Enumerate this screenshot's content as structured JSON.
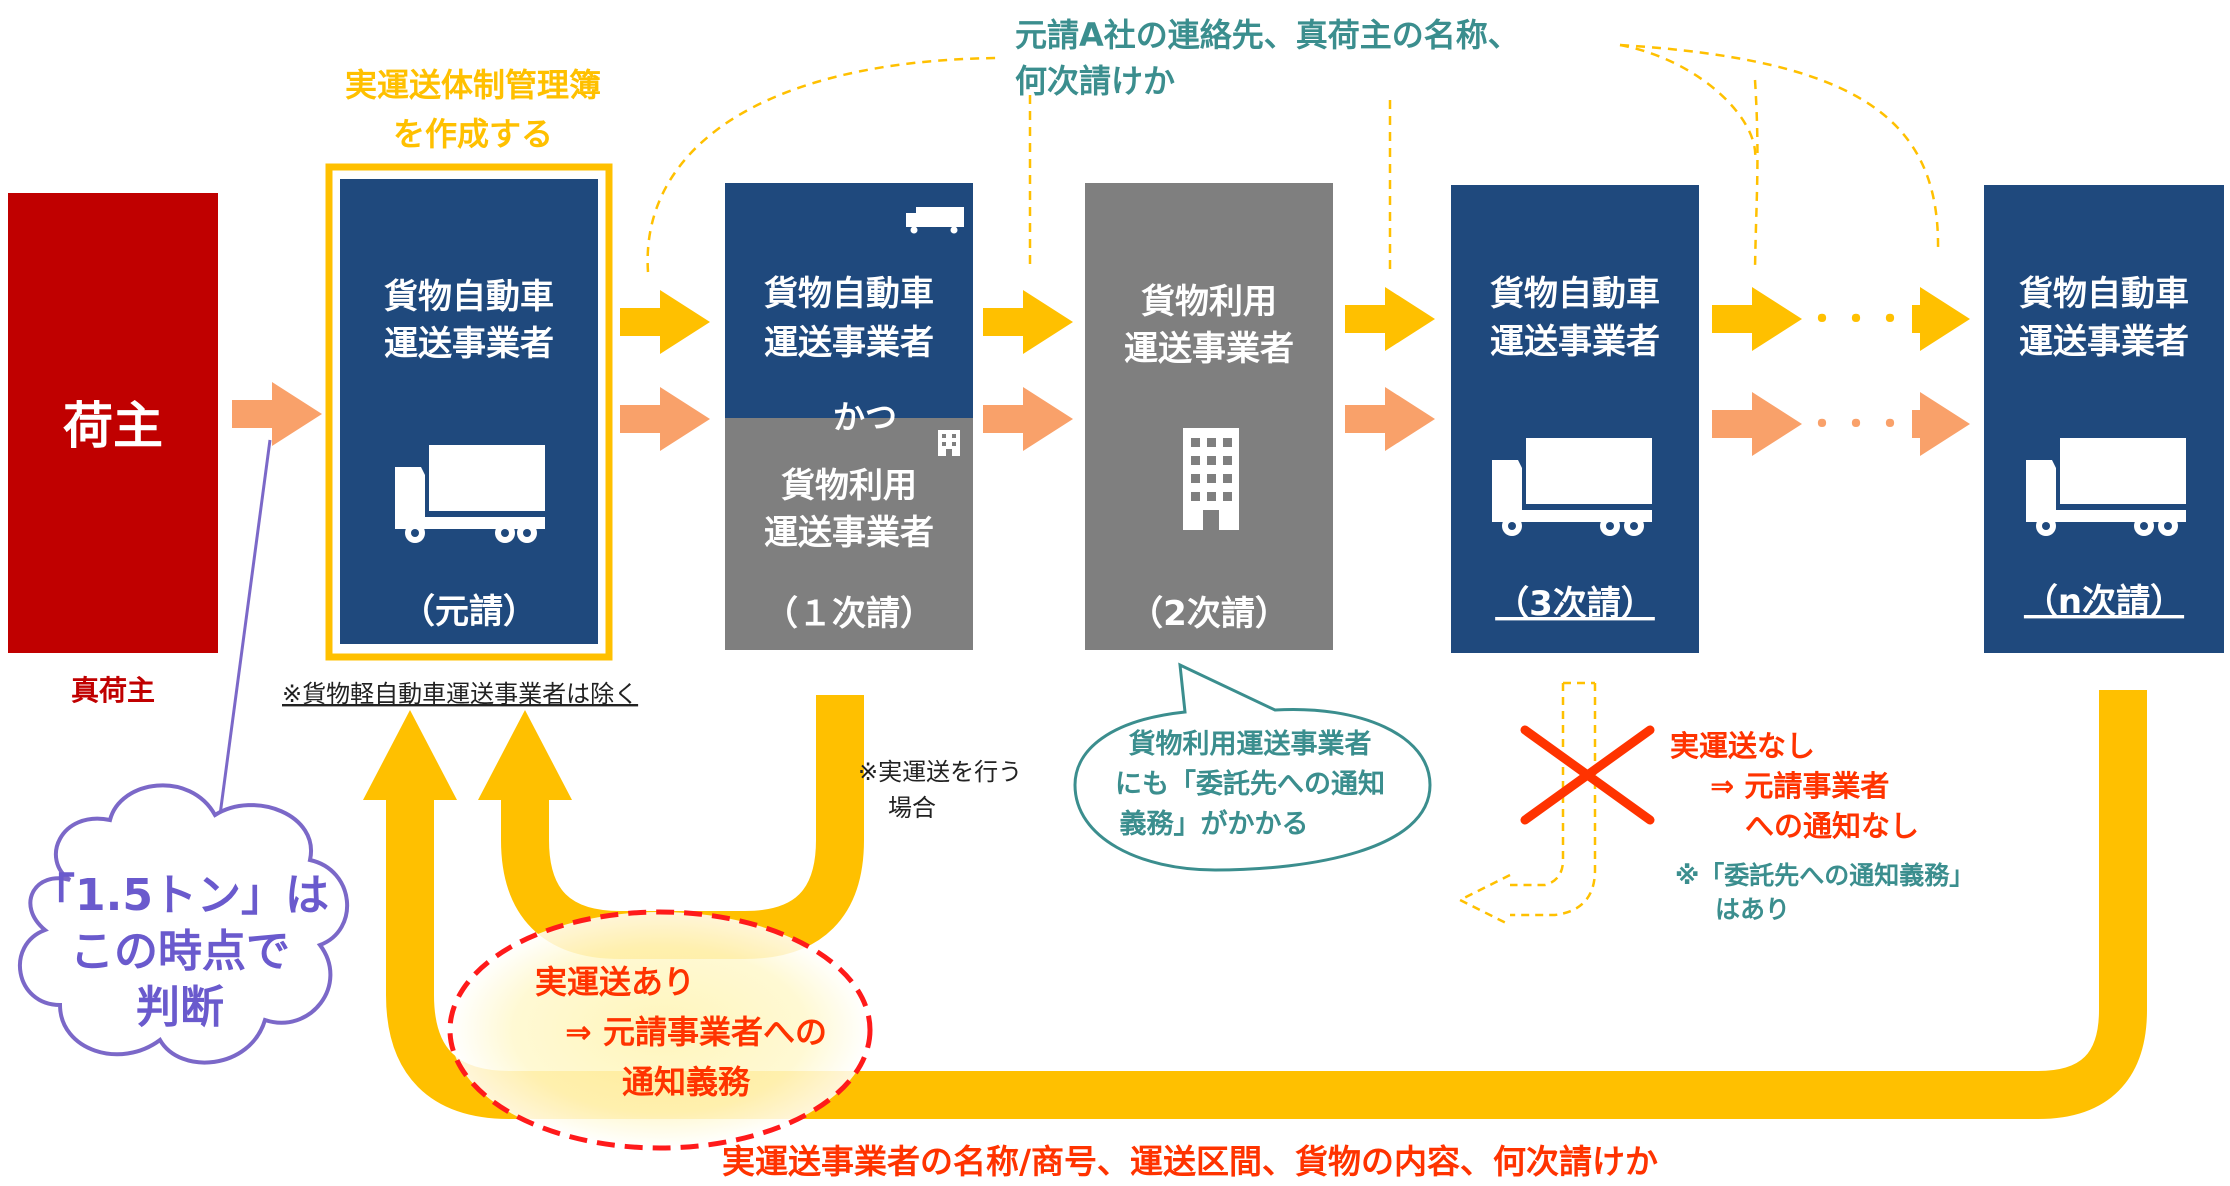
{
  "colors": {
    "navy": "#1f497d",
    "gray": "#7f7f7f",
    "red": "#c00000",
    "gold": "#ffc000",
    "orange_arrow": "#f9a16a",
    "teal": "#3b8e8e",
    "accent_red": "#ff3300",
    "purple": "#7b68c8"
  },
  "top_note": {
    "line1": "元請A社の連絡先、真荷主の名称、",
    "line2": "何次請けか"
  },
  "ledger_note": {
    "line1": "実運送体制管理簿",
    "line2": "を作成する"
  },
  "shipper": {
    "label": "荷主",
    "caption": "真荷主"
  },
  "boxes": {
    "prime": {
      "line1": "貨物自動車",
      "line2": "運送事業者",
      "tier": "（元請）",
      "icon": "truck-icon"
    },
    "first": {
      "line1": "貨物自動車",
      "line2": "運送事業者",
      "and": "かつ",
      "line3": "貨物利用",
      "line4": "運送事業者",
      "tier": "（１次請）",
      "icon_top": "truck-icon",
      "icon_bottom": "building-icon"
    },
    "second": {
      "line1": "貨物利用",
      "line2": "運送事業者",
      "tier": "（2次請）",
      "icon": "building-icon"
    },
    "third": {
      "line1": "貨物自動車",
      "line2": "運送事業者",
      "tier": "（3次請）",
      "icon": "truck-icon"
    },
    "nth": {
      "line1": "貨物自動車",
      "line2": "運送事業者",
      "tier": "（n次請）",
      "icon": "truck-icon"
    }
  },
  "excluded_note": "※貨物軽自動車運送事業者は除く",
  "actual_transport_note": {
    "line1": "※実運送を行う",
    "line2": "場合"
  },
  "speech_bubble": {
    "line1": "貨物利用運送事業者",
    "line2": "にも「委託先への通知",
    "line3": "義務」がかかる"
  },
  "cloud": {
    "line1": "「1.5トン」は",
    "line2": "この時点で",
    "line3": "判断"
  },
  "no_transport": {
    "line1": "実運送なし",
    "line2": "⇒ 元請事業者",
    "line3": "への通知なし",
    "line4": "※「委託先への通知義務」",
    "line5": "はあり"
  },
  "with_transport": {
    "line1": "実運送あり",
    "line2": "⇒ 元請事業者への",
    "line3": "通知義務"
  },
  "bottom_note": "実運送事業者の名称/商号、運送区間、貨物の内容、何次請けか",
  "ellipsis": "・・・"
}
